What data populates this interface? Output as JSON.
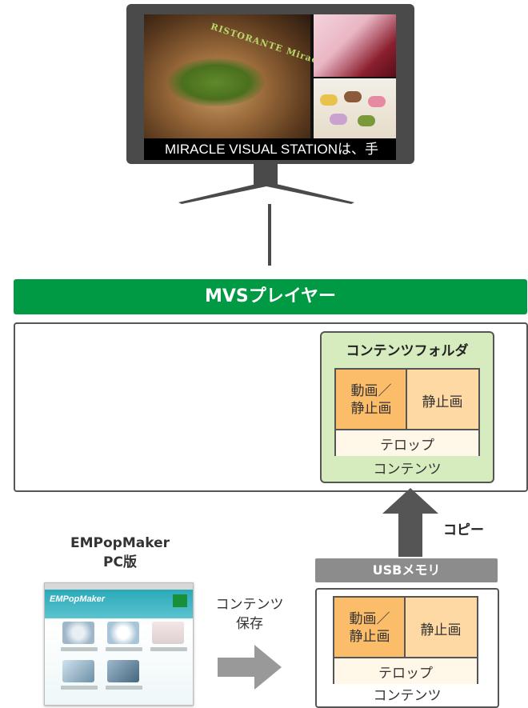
{
  "monitor": {
    "restaurant_name": "RISTORANTE Miracle",
    "ticker_text": "MIRACLE VISUAL STATIONは、手"
  },
  "player": {
    "title": "MVSプレイヤー",
    "folder": {
      "title": "コンテンツフォルダ",
      "cell_video": "動画／\n静止画",
      "cell_still": "静止画",
      "telop": "テロップ",
      "footer": "コンテンツ"
    }
  },
  "copy_label": "コピー",
  "usb": {
    "title": "USBメモリ",
    "cell_video": "動画／\n静止画",
    "cell_still": "静止画",
    "telop": "テロップ",
    "footer": "コンテンツ"
  },
  "emp": {
    "title_line1": "EMPopMaker",
    "title_line2": "PC版",
    "logo": "EMPopMaker"
  },
  "save_label_line1": "コンテンツ",
  "save_label_line2": "保存",
  "colors": {
    "green_bar": "#009944",
    "folder_bg": "#d6ecbf",
    "orange_cell": "#fbbd6a",
    "light_orange_cell": "#ffd9a4",
    "usb_bar": "#8c8c8c",
    "arrow_gray": "#555555"
  },
  "icons": [
    "monitor-icon",
    "arrow-up-icon",
    "arrow-right-icon"
  ]
}
